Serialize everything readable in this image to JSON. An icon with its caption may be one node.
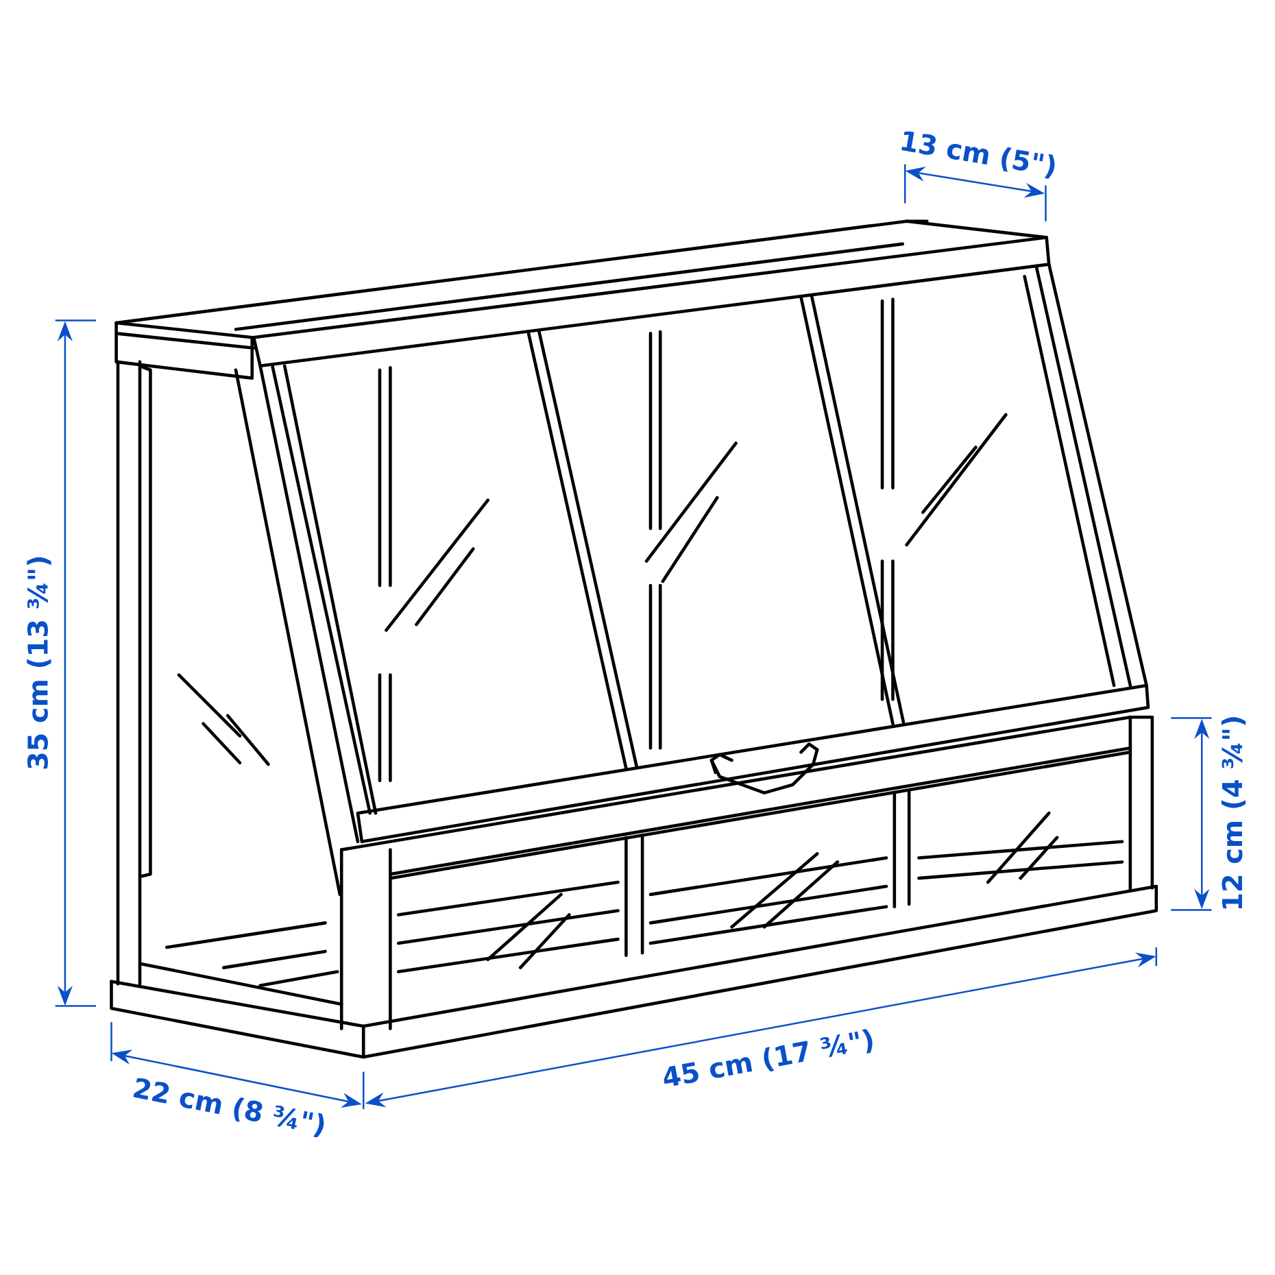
{
  "diagram": {
    "labels": [
      "13 cm (5\")",
      "35 cm (13 ¾\")",
      "12 cm (4 ¾\")",
      "22 cm (8 ¾\")",
      "45 cm (17 ¾\")"
    ]
  }
}
